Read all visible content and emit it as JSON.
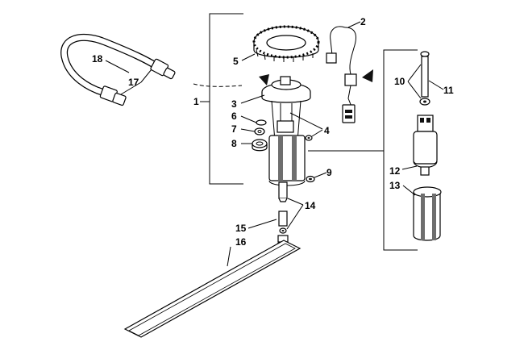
{
  "diagram": {
    "callouts": [
      {
        "id": "1",
        "label": "1"
      },
      {
        "id": "2",
        "label": "2"
      },
      {
        "id": "3",
        "label": "3"
      },
      {
        "id": "4",
        "label": "4"
      },
      {
        "id": "5",
        "label": "5"
      },
      {
        "id": "6",
        "label": "6"
      },
      {
        "id": "7",
        "label": "7"
      },
      {
        "id": "8",
        "label": "8"
      },
      {
        "id": "9",
        "label": "9"
      },
      {
        "id": "10",
        "label": "10"
      },
      {
        "id": "11",
        "label": "11"
      },
      {
        "id": "12",
        "label": "12"
      },
      {
        "id": "13",
        "label": "13"
      },
      {
        "id": "14",
        "label": "14"
      },
      {
        "id": "15",
        "label": "15"
      },
      {
        "id": "16",
        "label": "16"
      },
      {
        "id": "17",
        "label": "17"
      },
      {
        "id": "18",
        "label": "18"
      }
    ],
    "colors": {
      "line": "#000000",
      "shade": "#6e6e6e",
      "background": "#ffffff"
    }
  }
}
